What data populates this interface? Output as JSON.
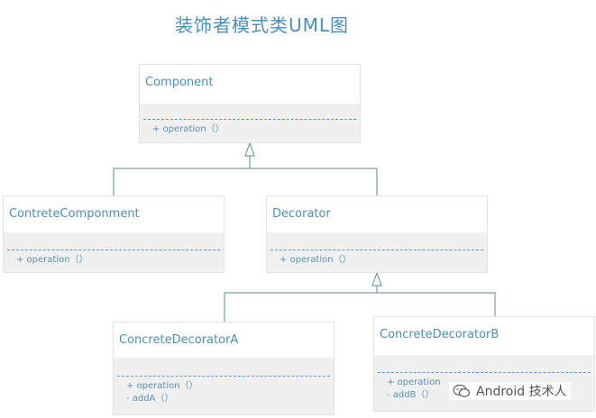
{
  "title": "装饰者模式类UML图",
  "classes": {
    "component": {
      "name": "Component",
      "ops": [
        "+ operation（）"
      ]
    },
    "contrete": {
      "name": "ContreteComponment",
      "ops": [
        "+ operation（）"
      ]
    },
    "decorator": {
      "name": "Decorator",
      "ops": [
        "+ operation（）"
      ]
    },
    "decoratorA": {
      "name": "ConcreteDecoratorA",
      "ops": [
        "+ operation（）",
        "- addA（）"
      ]
    },
    "decoratorB": {
      "name": "ConcreteDecoratorB",
      "ops": [
        "+ operation",
        "- addB（）"
      ]
    }
  },
  "watermark": {
    "text": "Android 技术人",
    "icon": "wechat-icon"
  },
  "colors": {
    "title": "#4a90b8",
    "text": "#4d8fb5",
    "line": "#5b8a8a",
    "dashed": "#5b9bd5"
  }
}
